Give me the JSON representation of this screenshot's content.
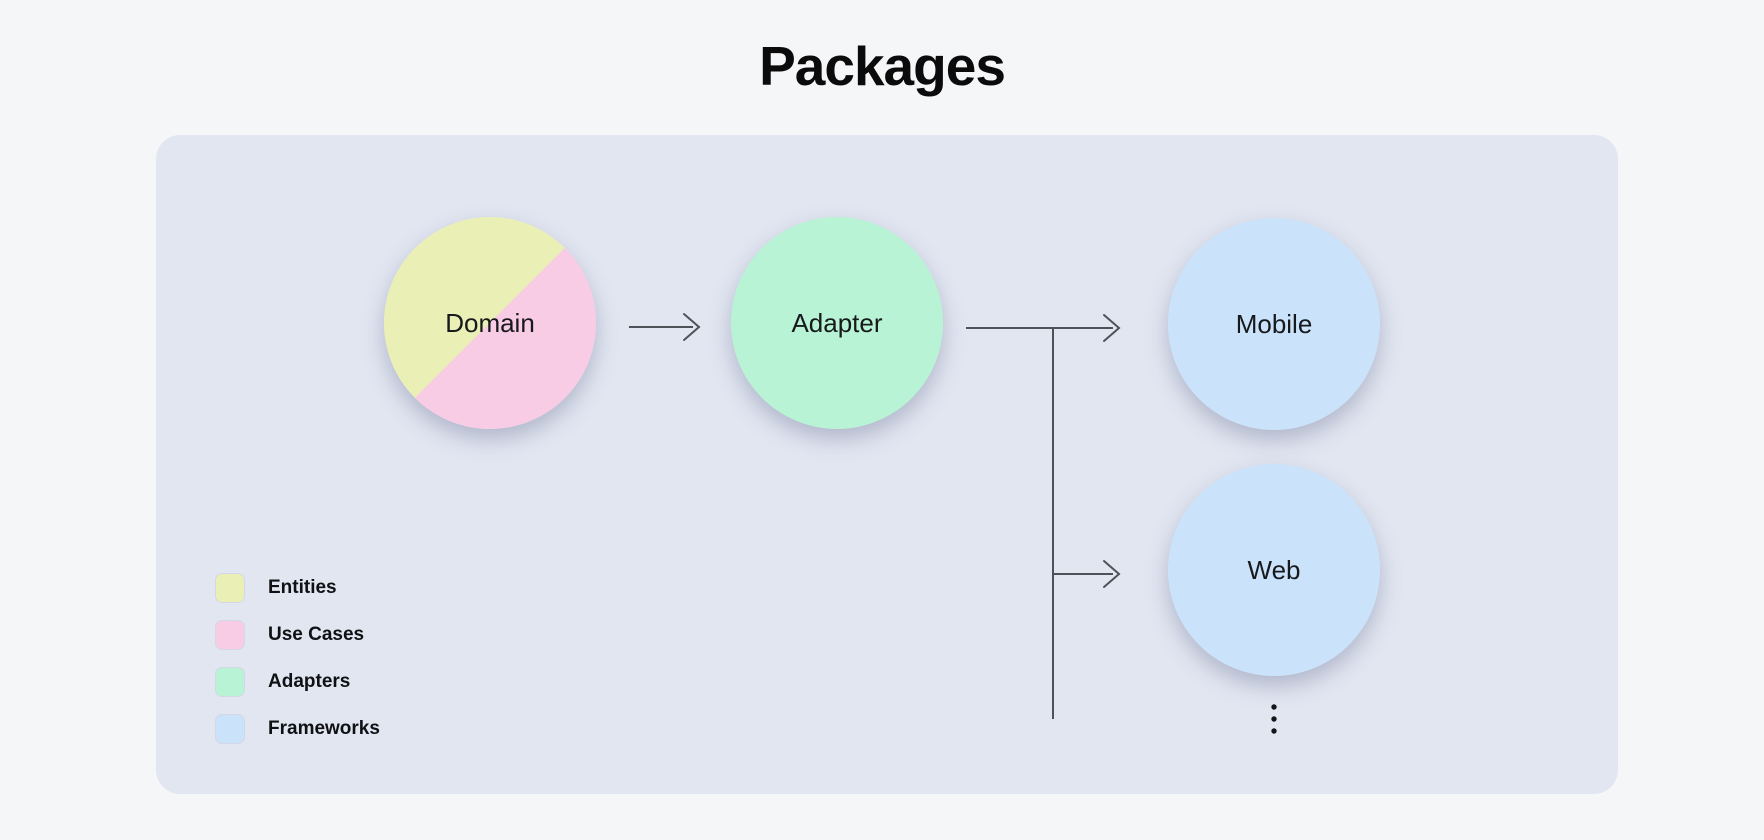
{
  "title": "Packages",
  "diagram": {
    "nodes": [
      {
        "id": "domain",
        "label": "Domain",
        "type": "split-circle",
        "color_top_left": "#eaf0b5",
        "color_bottom_right": "#f8cce5"
      },
      {
        "id": "adapter",
        "label": "Adapter",
        "type": "circle",
        "color": "#b9f3d5"
      },
      {
        "id": "mobile",
        "label": "Mobile",
        "type": "circle",
        "color": "#cbe3fa"
      },
      {
        "id": "web",
        "label": "Web",
        "type": "circle",
        "color": "#cbe3fa"
      }
    ],
    "edges": [
      {
        "from": "domain",
        "to": "adapter",
        "style": "arrow"
      },
      {
        "from": "adapter",
        "to": "mobile",
        "style": "arrow"
      },
      {
        "from": "adapter",
        "to": "web",
        "style": "arrow-branch"
      }
    ],
    "more_indicator": "vertical-ellipsis"
  },
  "legend": {
    "items": [
      {
        "label": "Entities",
        "color": "#eaf0b5"
      },
      {
        "label": "Use Cases",
        "color": "#f8cce5"
      },
      {
        "label": "Adapters",
        "color": "#b9f3d5"
      },
      {
        "label": "Frameworks",
        "color": "#cbe3fa"
      }
    ]
  },
  "colors": {
    "page_bg": "#f5f6f8",
    "panel_bg": "#e2e6f1",
    "edge_line": "#4e5258",
    "dot": "#141519",
    "text": "#0b0b0c"
  }
}
